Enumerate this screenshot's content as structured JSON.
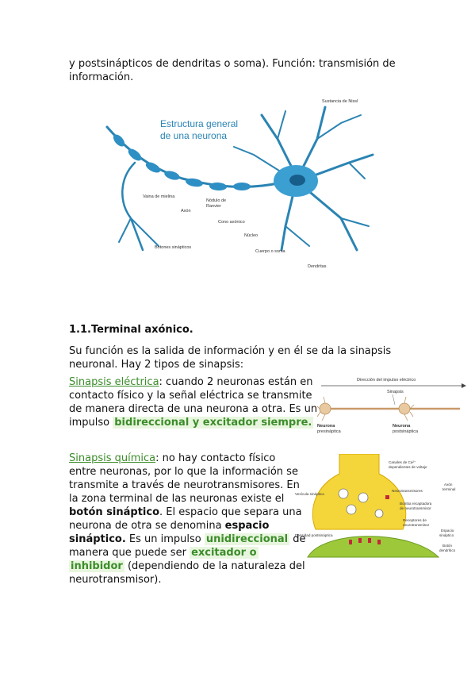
{
  "intro": {
    "line1": "y postsinápticos de dendritas o soma). Función: transmisión de",
    "line2": "información."
  },
  "neuron_figure": {
    "title_line1": "Estructura general",
    "title_line2": "de una neurona",
    "labels": {
      "nissl": "Sustancia de Nissl",
      "myelin": "Vaina de mielina",
      "axon": "Axón",
      "ranvier_1": "Nódulo de",
      "ranvier_2": "Ranvier",
      "axon_cone": "Cono axónico",
      "nucleus": "Núcleo",
      "soma": "Cuerpo o soma",
      "dendrites": "Dendritas",
      "terminal_buttons": "Botones sinápticos"
    }
  },
  "section": {
    "heading": "1.1.Terminal axónico.",
    "para_line1": "Su función es la salida de información y en él se da la sinapsis",
    "para_line2": "neuronal. Hay 2 tipos de sinapsis:"
  },
  "electrical": {
    "term": "Sinapsis eléctrica",
    "t1": ": cuando 2 neuronas están en",
    "t2": "contacto físico y la señal eléctrica se transmite",
    "t3": "de manera directa de una neurona a otra. Es un",
    "t4": "impulso",
    "highlight": "bidireccional y excitador siempre."
  },
  "electrical_figure": {
    "direction": "Dirección del impulso eléctrico",
    "synapse": "Sinapsis",
    "pre_1": "Neurona",
    "pre_2": "presináptica",
    "post_1": "Neurona",
    "post_2": "postsináptica"
  },
  "chemical": {
    "term": "Sinapsis química",
    "t1": ": no hay contacto físico",
    "t2": "entre neuronas, por lo que la información se",
    "t3": "transmite a través de neurotransmisores. En",
    "t4": "la zona terminal de las neuronas existe el",
    "bold1": "botón sináptico",
    "t5": ". El espacio que separa una",
    "t6": "neurona de otra se denomina",
    "bold2a": "espacio",
    "bold2b": "sináptico.",
    "t7": " Es un impulso",
    "hl1": "unidireccional",
    "t8": " de",
    "t9": "manera que puede ser",
    "hl2": "excitador o",
    "hl3": "inhibidor",
    "t10": " (dependiendo de la naturaleza del",
    "t11": "neurotransmisor)."
  },
  "chemical_figure": {
    "ca_channels_1": "Canales de Ca²⁺",
    "ca_channels_2": "dependientes de voltaje",
    "axon_terminal_1": "Axón",
    "axon_terminal_2": "terminal",
    "vesicle": "Vesícula sináptica",
    "neurotransmitters": "Neurotransmisores",
    "pump_1": "Bomba recaptadora",
    "pump_2": "de neurotransmisor",
    "receptors_1": "Receptores de",
    "receptors_2": "neurotransmisor",
    "space_1": "Espacio",
    "space_2": "sináptico",
    "density": "Densidad postsináptica",
    "dendritic_1": "Botón",
    "dendritic_2": "dendrítico"
  }
}
